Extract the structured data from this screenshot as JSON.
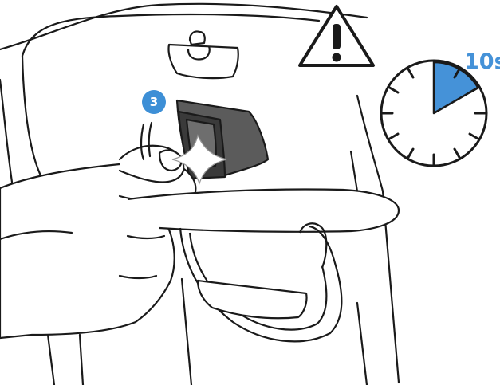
{
  "step": {
    "number": "3",
    "badge_color": "#3d8fd6"
  },
  "timer": {
    "label": "10s",
    "seconds": 10,
    "total_seconds": 60,
    "accent_color": "#4592d8"
  },
  "warning": {
    "icon": "warning-icon"
  },
  "colors": {
    "outline": "#1a1a1a",
    "part_fill": "#5b5b5b",
    "part_dark": "#3a3a3a"
  }
}
